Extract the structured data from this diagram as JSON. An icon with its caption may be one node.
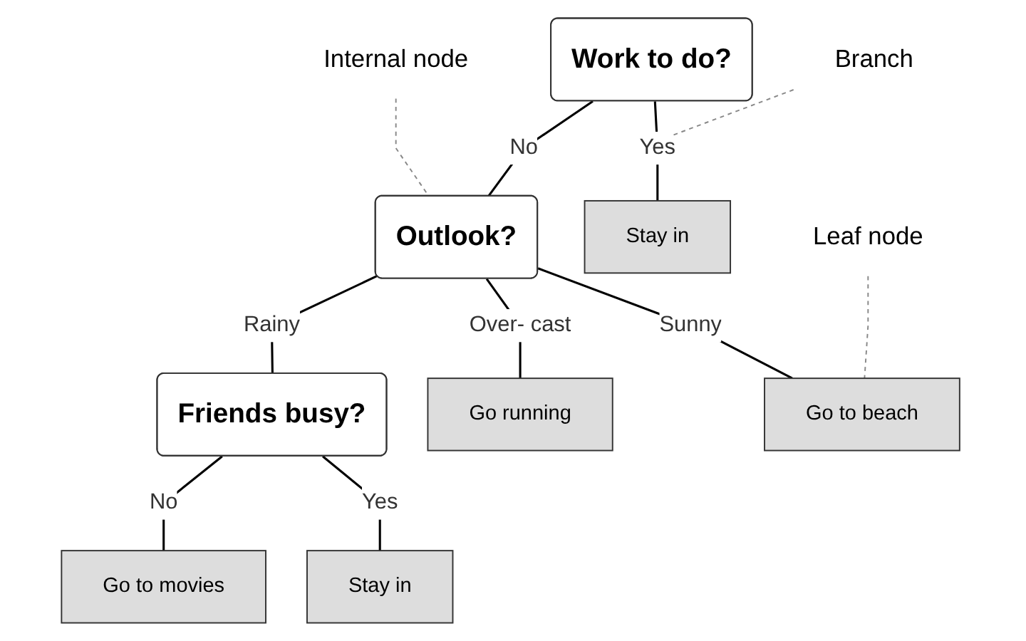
{
  "diagram": {
    "nodes": [
      {
        "text": [
          "Work to do?"
        ]
      },
      {
        "text": [
          "Stay in"
        ]
      },
      {
        "text": [
          "Outlook?"
        ]
      },
      {
        "text": [
          "Go to beach"
        ]
      },
      {
        "text": [
          "Go running"
        ]
      },
      {
        "text": [
          "Friends busy?"
        ]
      },
      {
        "text": [
          "Stay in"
        ]
      },
      {
        "text": [
          "Go to movies"
        ]
      },
      {
        "text": [
          "Internal node"
        ]
      },
      {
        "text": [
          "Branch"
        ]
      },
      {
        "text": [
          "Leaf node"
        ]
      }
    ],
    "edges": [
      {
        "from": 0,
        "to": 1,
        "arrow": "none",
        "label": "Yes"
      },
      {
        "from": 0,
        "to": 2,
        "arrow": "none",
        "label": "No"
      },
      {
        "from": 2,
        "to": 3,
        "arrow": "none",
        "label": "Sunny"
      },
      {
        "from": 2,
        "to": 4,
        "arrow": "none",
        "label": "Over- cast"
      },
      {
        "from": 2,
        "to": 5,
        "arrow": "none",
        "label": "Rainy"
      },
      {
        "from": 5,
        "to": 6,
        "arrow": "none",
        "label": "Yes"
      },
      {
        "from": 5,
        "to": 7,
        "arrow": "none",
        "label": "No"
      },
      {
        "from": 8,
        "to": 2,
        "arrow": "none",
        "style": "dashed",
        "color": "#888888"
      },
      {
        "from": 9,
        "to": null,
        "arrow": "none",
        "style": "dashed",
        "color": "#888888"
      },
      {
        "from": 10,
        "to": 3,
        "arrow": "none",
        "style": "dashed",
        "color": "#888888"
      }
    ]
  }
}
